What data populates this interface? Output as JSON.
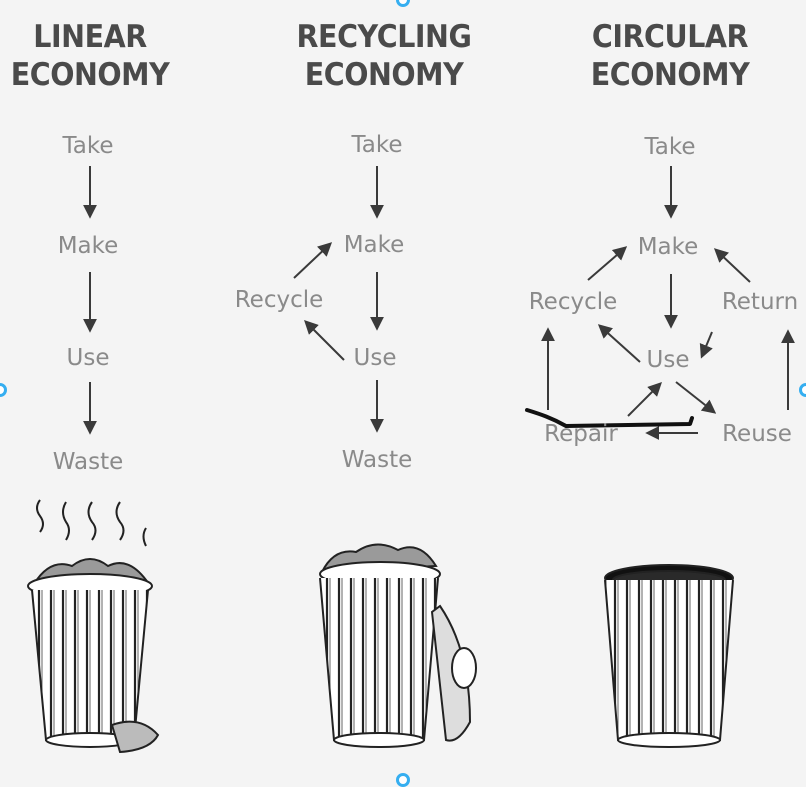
{
  "columns": [
    {
      "title_line1": "LINEAR",
      "title_line2": "ECONOMY",
      "steps": [
        "Take",
        "Make",
        "Use",
        "Waste"
      ]
    },
    {
      "title_line1": "RECYCLING",
      "title_line2": "ECONOMY",
      "steps": [
        "Take",
        "Make",
        "Use",
        "Waste"
      ],
      "loop_label": "Recycle"
    },
    {
      "title_line1": "CIRCULAR",
      "title_line2": "ECONOMY",
      "steps": [
        "Take",
        "Make",
        "Use"
      ],
      "loop_labels": [
        "Recycle",
        "Return",
        "Repair",
        "Reuse"
      ]
    }
  ],
  "colors": {
    "title": "#4a4a4a",
    "label": "#8a8a8a",
    "arrow": "#3a3a3a",
    "handle": "#35aef0",
    "ink": "#111111"
  }
}
